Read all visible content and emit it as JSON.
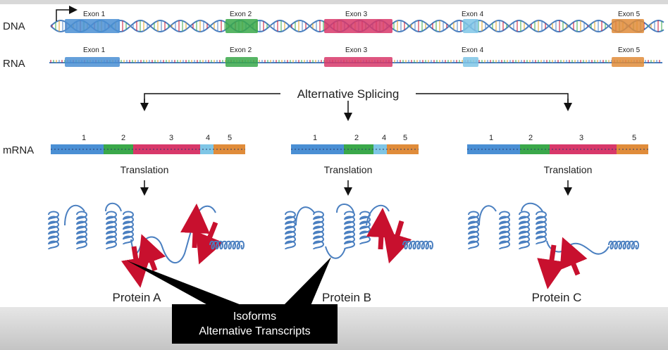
{
  "rows": {
    "dna": "DNA",
    "rna": "RNA",
    "mrna": "mRNA"
  },
  "exons": [
    "Exon  1",
    "Exon 2",
    "Exon  3",
    "Exon 4",
    "Exon 5"
  ],
  "exon_colors": [
    "#4a8fd4",
    "#3aa84a",
    "#d8386a",
    "#7fc6e6",
    "#e08c3a"
  ],
  "splicing_label": "Alternative Splicing",
  "transcripts": [
    {
      "numbers": [
        "1",
        "2",
        "3",
        "4",
        "5"
      ],
      "translation": "Translation",
      "protein": "Protein A"
    },
    {
      "numbers": [
        "1",
        "2",
        "4",
        "5"
      ],
      "translation": "Translation",
      "protein": "Protein B"
    },
    {
      "numbers": [
        "1",
        "2",
        "3",
        "5"
      ],
      "translation": "Translation",
      "protein": "Protein C"
    }
  ],
  "callout": {
    "line1": "Isoforms",
    "line2": "Alternative Transcripts"
  }
}
